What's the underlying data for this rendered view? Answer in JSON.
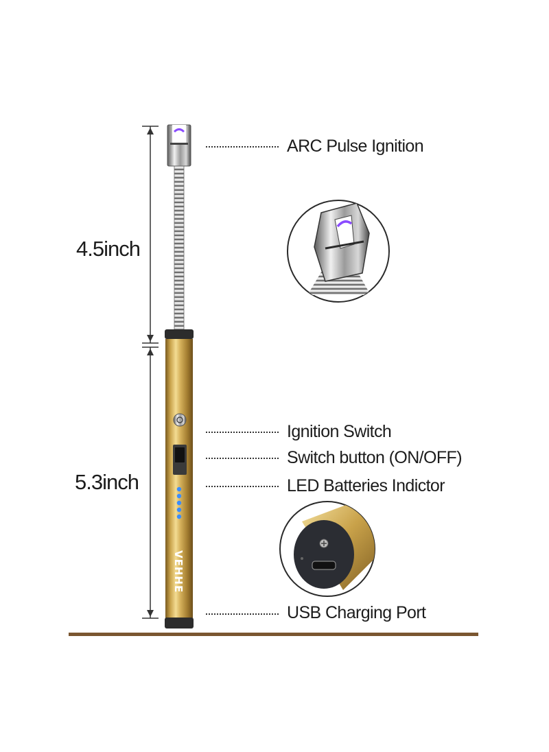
{
  "dimensions": {
    "upper": "4.5inch",
    "lower": "5.3inch"
  },
  "callouts": {
    "arc": "ARC Pulse Ignition",
    "ignition_switch": "Ignition Switch",
    "switch_button": "Switch button (ON/OFF)",
    "led": "LED Batteries Indictor",
    "usb": "USB Charging Port"
  },
  "product": {
    "brand": "VEHHE",
    "led_dots": 5
  },
  "colors": {
    "gold": "#b8903a",
    "gold_light": "#e8cf86",
    "gold_dark": "#7a5a20",
    "led": "#3a8dff",
    "arc": "#8a4bff",
    "floor": "#7a5630"
  }
}
